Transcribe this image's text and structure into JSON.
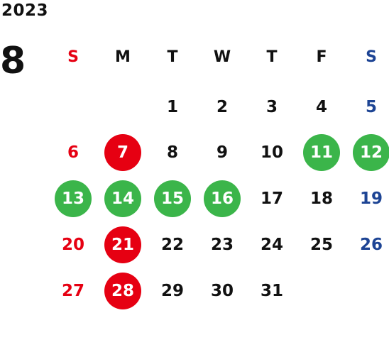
{
  "calendar": {
    "year": "2023",
    "month": "8",
    "weekdays": [
      "S",
      "M",
      "T",
      "W",
      "T",
      "F",
      "S"
    ],
    "weeks": [
      [
        "",
        "",
        "1",
        "2",
        "3",
        "4",
        "5"
      ],
      [
        "6",
        "7",
        "8",
        "9",
        "10",
        "11",
        "12"
      ],
      [
        "13",
        "14",
        "15",
        "16",
        "17",
        "18",
        "19"
      ],
      [
        "20",
        "21",
        "22",
        "23",
        "24",
        "25",
        "26"
      ],
      [
        "27",
        "28",
        "29",
        "30",
        "31",
        "",
        ""
      ]
    ],
    "red_circled_days": [
      "7",
      "21",
      "28"
    ],
    "green_circled_days": [
      "11",
      "12",
      "13",
      "14",
      "15",
      "16"
    ]
  },
  "colors": {
    "sunday": "#e60012",
    "saturday": "#1d4494",
    "weekday": "#111111",
    "red_circle": "#e60012",
    "green_circle": "#3bb54a"
  }
}
